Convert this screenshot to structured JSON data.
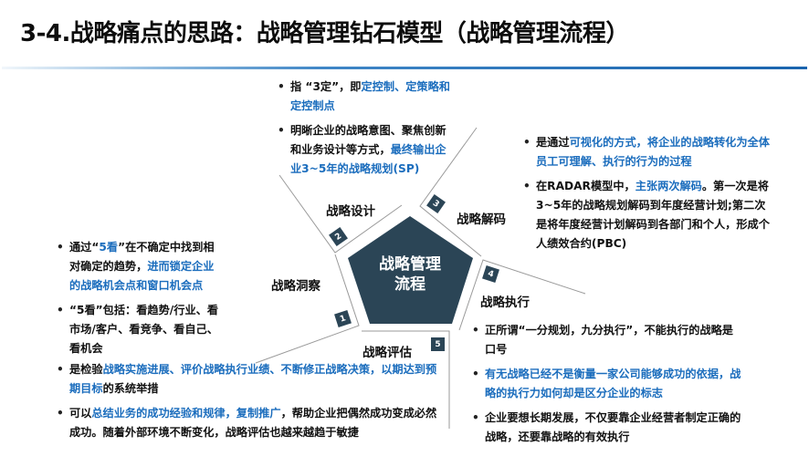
{
  "header": {
    "title": "3-4.战略痛点的思路：战略管理钻石模型（战略管理流程）"
  },
  "colors": {
    "accent_blue": "#1b6dbd",
    "pentagon": "#2b4556",
    "badge": "#2b4556",
    "outline": "#9a9a9a"
  },
  "center": {
    "line1": "战略管理",
    "line2": "流程"
  },
  "stages": [
    {
      "number": "1",
      "label": "战略洞察"
    },
    {
      "number": "2",
      "label": "战略设计"
    },
    {
      "number": "3",
      "label": "战略解码"
    },
    {
      "number": "4",
      "label": "战略执行"
    },
    {
      "number": "5",
      "label": "战略评估"
    }
  ],
  "design_notes": {
    "b1_p1": "指 “3定”，即",
    "b1_p2": "定控制、定策略和定控制点",
    "b2_p1": "明晰企业的战略意图、聚焦创新和业务设计等方式，",
    "b2_p2": "最终输出企业3~5年的战略规划(SP)"
  },
  "decode_notes": {
    "b1_p1": "是通过",
    "b1_p2": "可视化的方式，将企业的战略转化为全体员工可理解、执行的行为的过程",
    "b2_p1": "在RADAR模型中，",
    "b2_p2": "主张两次解码",
    "b2_p3": "。第一次是将3~5年的战略规划解码到年度经营计划;第二次是将年度经营计划解码到各部门和个人，形成个人绩效合约(PBC)"
  },
  "insight_notes": {
    "b1_p1": "通过“",
    "b1_p2": "5看",
    "b1_p3": "”在不确定中找到相对确定的趋势，",
    "b1_p4": "进而锁定企业的战略机会点和窗口机会点",
    "b2": "“5看”包括：看趋势/行业、看市场/客户、看竞争、看自己、看机会"
  },
  "execution_notes": {
    "b1": "正所谓“一分规划，九分执行”，不能执行的战略是口号",
    "b2": "有无战略已经不是衡量一家公司能够成功的依据，战略的执行力如何却是区分企业的标志",
    "b3": "企业要想长期发展，不仅要靠企业经营者制定正确的战略，还要靠战略的有效执行"
  },
  "evaluation_notes": {
    "b1_p1": "是检验",
    "b1_p2": "战略实施进展、评价战略执行业绩、不断修正战略决策，以期达到预期目标",
    "b1_p3": "的系统举措",
    "b2_p1": "可以",
    "b2_p2": "总结业务的成功经验和规律，复制推广",
    "b2_p3": "，帮助企业把偶然成功变成必然成功。随着外部环境不断变化，战略评估也越来越趋于敏捷"
  },
  "bullet_glyph": "•"
}
